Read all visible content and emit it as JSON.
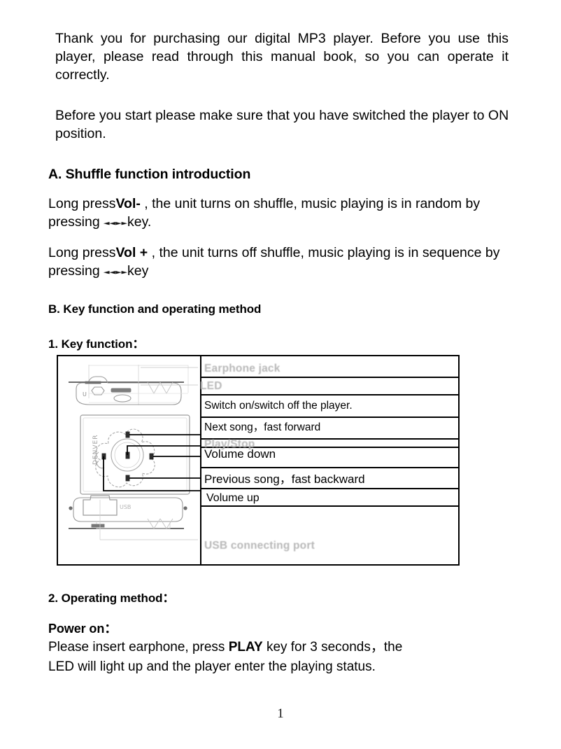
{
  "document": {
    "page_number": "1"
  },
  "intro": {
    "paragraph1": "Thank you for purchasing our digital MP3 player. Before you use this player, please read through this manual book, so you can operate it correctly.",
    "paragraph2": "Before you start please make sure that you have switched the player to ON position."
  },
  "section_a": {
    "heading": "A. Shuffle function introduction",
    "line1_before": "Long press",
    "line1_bold": "Vol-",
    "line1_mid": ", the unit turns on shuffle, music playing is in random by pressing",
    "line1_after": "key.",
    "line2_before": "Long press",
    "line2_bold": "Vol +",
    "line2_mid": ", the unit turns off shuffle, music playing is in sequence by pressing",
    "line2_after": "key",
    "key_glyph_prev": "◄◄",
    "key_glyph_next": "►►"
  },
  "section_b": {
    "heading": "B. Key function and operating method",
    "sub1": "1. Key function：",
    "sub2_num": "2",
    "sub2_rest": ". Operating method："
  },
  "key_table": {
    "rows": [
      {
        "label": "Earphone jack",
        "style": "faint"
      },
      {
        "label": "LED",
        "style": "faint"
      },
      {
        "label": "Switch on/switch off the player.",
        "style": "solid"
      },
      {
        "label": "Next song，fast forward",
        "style": "solid"
      },
      {
        "label": "Play/Stop",
        "style": "faint"
      },
      {
        "label": "Volume down",
        "style": "solid"
      },
      {
        "label": "Previous song，fast backward",
        "style": "solid"
      },
      {
        "label": "Volume up",
        "style": "solid"
      },
      {
        "label": "USB connecting port",
        "style": "faint"
      }
    ],
    "diagram": {
      "brand_text": "DENVER",
      "usb_text": "USB",
      "switch_text": "U"
    }
  },
  "power_on": {
    "heading": "Power on：",
    "line1": "Please insert earphone, press",
    "line1_bold": "PLAY",
    "line1_rest": "key for 3 seconds，the",
    "line2": "LED  will light up and the player enter the playing status."
  }
}
